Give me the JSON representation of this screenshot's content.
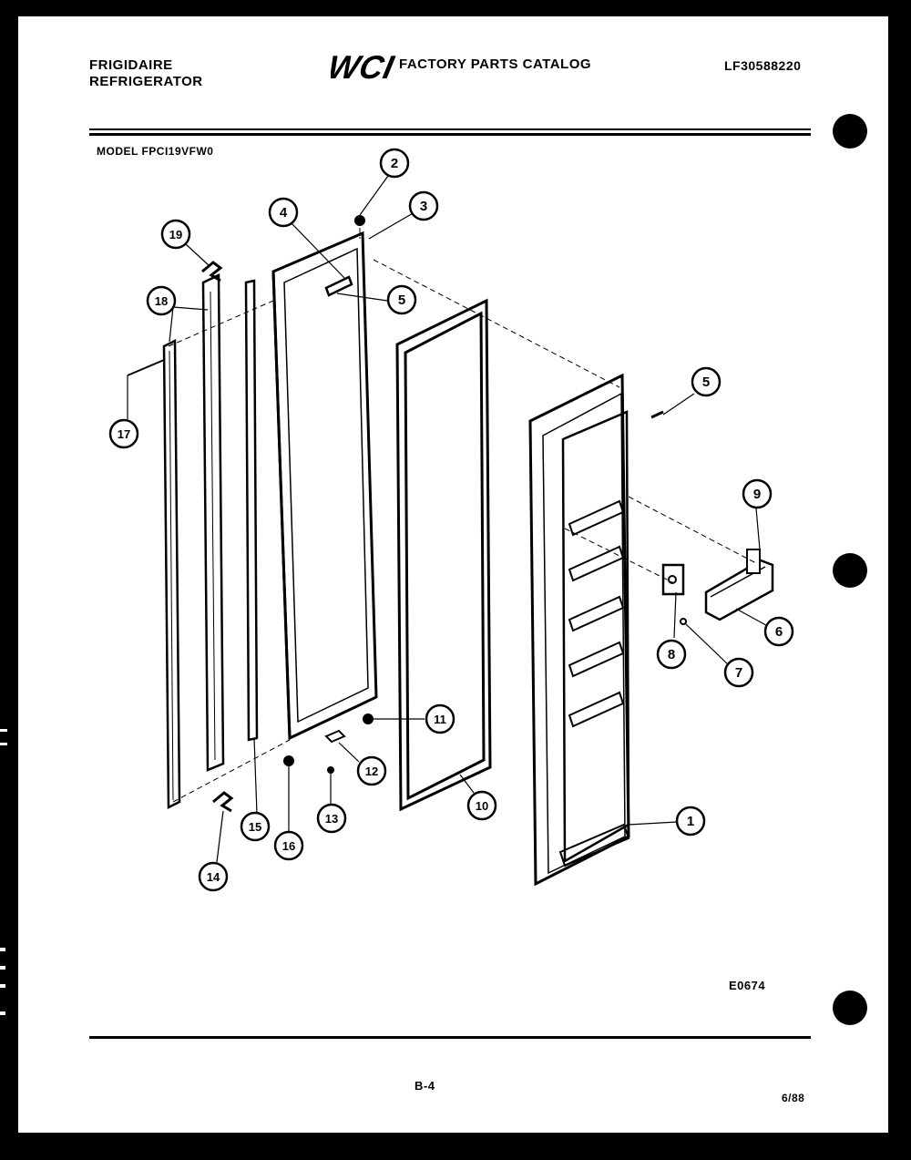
{
  "header": {
    "brand_line1": "FRIGIDAIRE",
    "brand_line2": "REFRIGERATOR",
    "logo_text": "WCI",
    "catalog_title": "FACTORY PARTS CATALOG",
    "catalog_number": "LF30588220"
  },
  "model": "MODEL FPCI19VFW0",
  "callouts": [
    "1",
    "2",
    "3",
    "4",
    "5",
    "5",
    "6",
    "7",
    "8",
    "9",
    "10",
    "11",
    "12",
    "13",
    "14",
    "15",
    "16",
    "17",
    "18",
    "19"
  ],
  "footer": {
    "drawing_code": "E0674",
    "page_number": "B-4",
    "date": "6/88"
  }
}
